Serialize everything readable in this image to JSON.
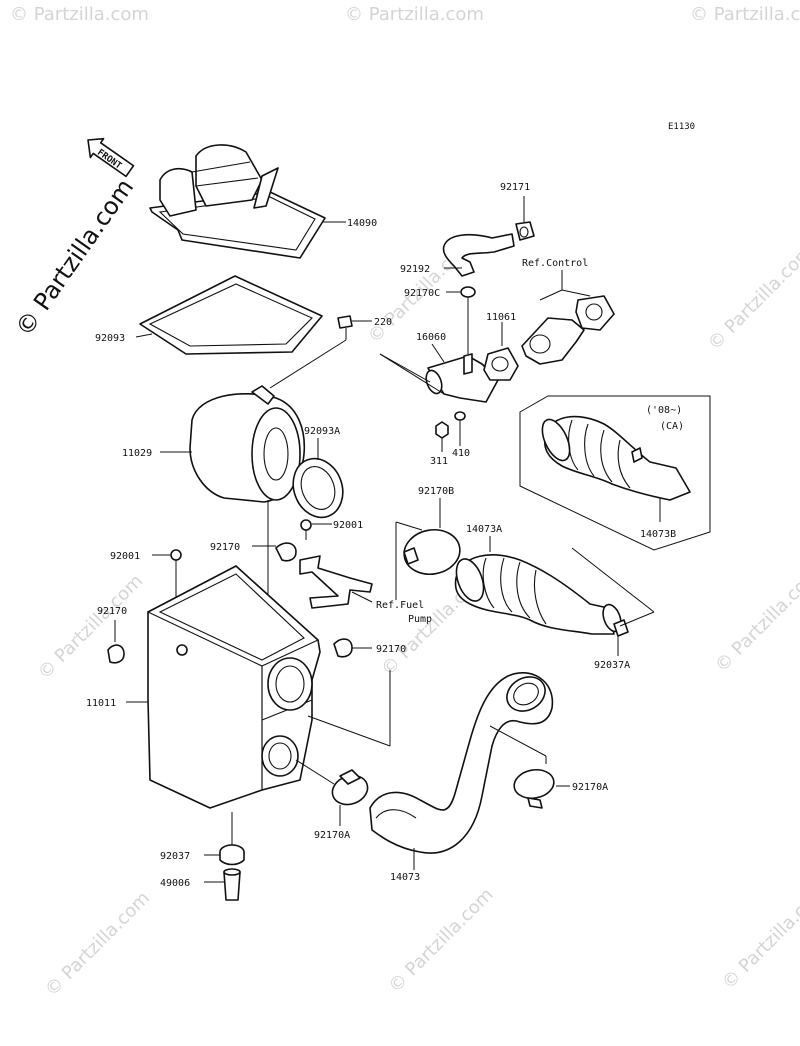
{
  "diagram_code": "E1130",
  "front_label": "FRONT",
  "watermark": "© Partzilla.com",
  "parts": {
    "p14090": "14090",
    "p92093": "92093",
    "p220": "220",
    "p11029": "11029",
    "p92093A": "92093A",
    "p92001a": "92001",
    "p92001b": "92001",
    "p92170a": "92170",
    "p92170b": "92170",
    "p92170c": "92170",
    "p11011": "11011",
    "p92037": "92037",
    "p49006": "49006",
    "p92171": "92171",
    "p92192": "92192",
    "p92170C": "92170C",
    "p16060": "16060",
    "p11061": "11061",
    "p311": "311",
    "p410": "410",
    "p92170B": "92170B",
    "p14073A": "14073A",
    "p14073B": "14073B",
    "p92037A": "92037A",
    "p92170A_a": "92170A",
    "p92170A_b": "92170A",
    "p14073": "14073"
  },
  "refs": {
    "control": "Ref.Control",
    "fuel_pump_line1": "Ref.Fuel",
    "fuel_pump_line2": "Pump"
  },
  "variant": {
    "years": "('08~)",
    "region": "(CA)"
  }
}
